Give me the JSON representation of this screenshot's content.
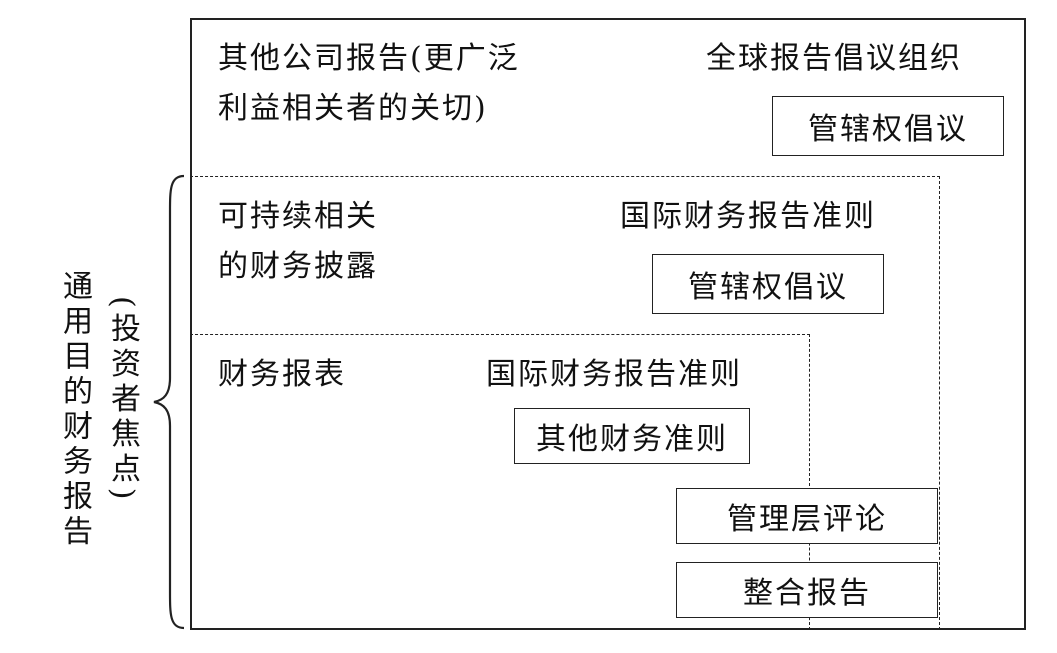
{
  "diagram": {
    "outer": {
      "line1": "其他公司报告(更广泛",
      "line2": "利益相关者的关切)",
      "org": "全球报告倡议组织",
      "box": "管辖权倡议"
    },
    "middle": {
      "line1": "可持续相关",
      "line2": "的财务披露",
      "standard": "国际财务报告准则",
      "box": "管辖权倡议"
    },
    "inner": {
      "label": "财务报表",
      "standard": "国际财务报告准则",
      "box": "其他财务准则"
    },
    "mgmt_commentary": "管理层评论",
    "integrated_report": "整合报告",
    "left_label": "通用目的财务报告",
    "left_sub": "(投资者焦点)"
  }
}
